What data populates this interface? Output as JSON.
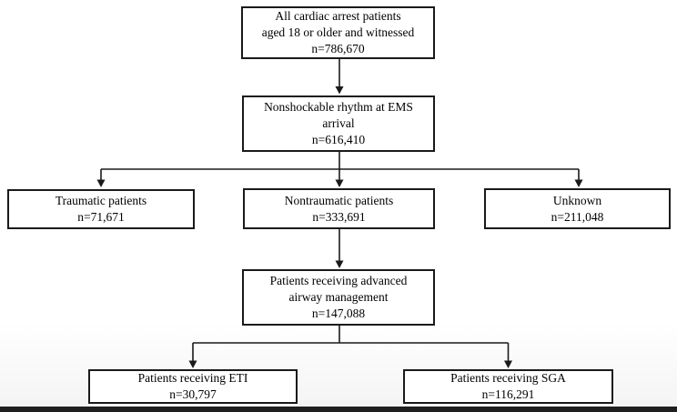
{
  "figure": {
    "type": "patient-flow-diagram",
    "colors": {
      "box_border": "#1a1a1a",
      "box_fill": "#ffffff",
      "text": "#000000",
      "connector": "#1a1a1a",
      "bottom_bar": "#1f1f1f"
    },
    "boxes": {
      "top": {
        "lines": [
          "All cardiac arrest patients",
          "aged 18 or older and witnessed"
        ],
        "n": "n=786,670"
      },
      "nonshockable": {
        "lines": [
          "Nonshockable rhythm at EMS",
          "arrival"
        ],
        "n": "n=616,410"
      },
      "traumatic": {
        "lines": [
          "Traumatic patients"
        ],
        "n": "n=71,671"
      },
      "nontraumatic": {
        "lines": [
          "Nontraumatic patients"
        ],
        "n": "n=333,691"
      },
      "unknown": {
        "lines": [
          "Unknown"
        ],
        "n": "n=211,048"
      },
      "airway": {
        "lines": [
          "Patients receiving advanced",
          "airway management"
        ],
        "n": "n=147,088"
      },
      "eti": {
        "lines": [
          "Patients receiving ETI"
        ],
        "n": "n=30,797"
      },
      "sga": {
        "lines": [
          "Patients receiving SGA"
        ],
        "n": "n=116,291"
      }
    },
    "edges": [
      "top -> nonshockable",
      "nonshockable -> traumatic",
      "nonshockable -> nontraumatic",
      "nonshockable -> unknown",
      "nontraumatic -> airway",
      "airway -> eti",
      "airway -> sga"
    ]
  }
}
